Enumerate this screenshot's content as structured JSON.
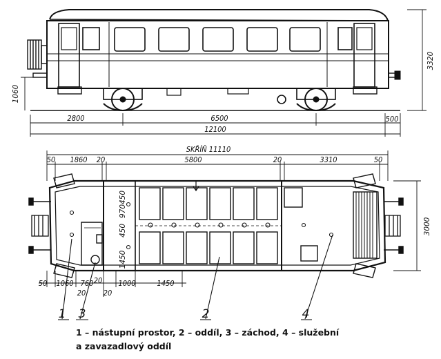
{
  "side_view": {
    "dims": {
      "height_total": "3320",
      "height_floor": "1060",
      "bogie_offset": "2800",
      "wheelbase": "6500",
      "length_total": "12100",
      "end_overhang": "500"
    }
  },
  "plan_view": {
    "body_label": "SKŘÍŇ 11110",
    "top_dims": [
      "50",
      "1860",
      "20",
      "5800",
      "20",
      "3310",
      "50"
    ],
    "width": "3000",
    "inner_dims": [
      "450",
      "970",
      "450",
      "1450"
    ],
    "bottom_dims": [
      "50",
      "1060",
      "760",
      "20",
      "20",
      "20",
      "1000",
      "1450"
    ],
    "callouts": [
      "1",
      "3",
      "2",
      "4"
    ]
  },
  "caption": {
    "line1": "1 – nástupní prostor, 2 – oddíl, 3 – záchod, 4 – služební",
    "line2": "a zavazadlový oddíl"
  }
}
